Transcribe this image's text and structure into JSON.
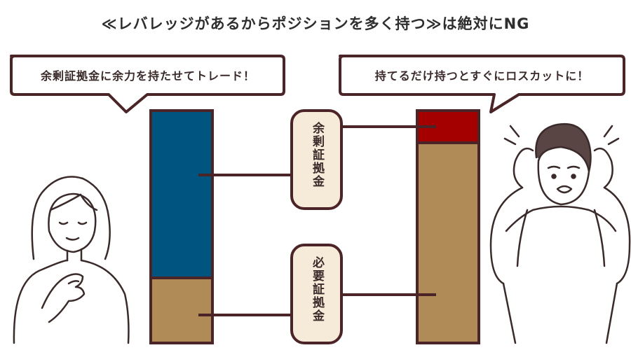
{
  "title": "≪レバレッジがあるからポジションを多く持つ≫は絶対にNG",
  "left_bubble": "余剰証拠金に余力を持たせてトレード！",
  "right_bubble": "持てるだけ持つとすぐにロスカットに！",
  "labels": {
    "surplus_margin": "余剰証拠金",
    "required_margin": "必要証拠金"
  },
  "colors": {
    "outline": "#4a2426",
    "surplus_left": "#005580",
    "required": "#b08a57",
    "surplus_right": "#a50000",
    "label_box": "#f6ead8"
  },
  "bars": {
    "left": {
      "surplus_share": 0.72,
      "required_share": 0.28
    },
    "right": {
      "surplus_share": 0.14,
      "required_share": 0.86
    }
  },
  "icons": {
    "left_person": "calm-woman-icon",
    "right_person": "worried-man-icon"
  }
}
